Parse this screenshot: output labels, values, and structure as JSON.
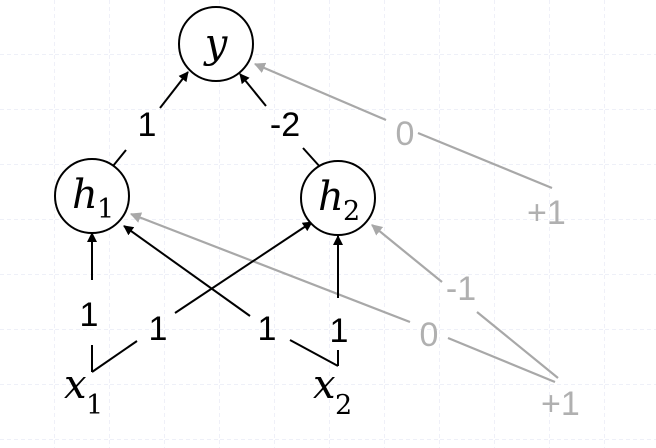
{
  "nodes": {
    "y": {
      "var": "y",
      "sub": ""
    },
    "h1": {
      "var": "h",
      "sub": "1"
    },
    "h2": {
      "var": "h",
      "sub": "2"
    },
    "x1": {
      "var": "x",
      "sub": "1"
    },
    "x2": {
      "var": "x",
      "sub": "2"
    },
    "bias_output": "+1",
    "bias_hidden": "+1"
  },
  "weights": {
    "h1_to_y": "1",
    "h2_to_y": "-2",
    "bias_to_y": "0",
    "x1_to_h1": "1",
    "x1_to_h2": "1",
    "x2_to_h1": "1",
    "x2_to_h2": "1",
    "bias_to_h2": "-1",
    "bias_to_h1": "0"
  },
  "colors": {
    "edge": "#000000",
    "bias_edge": "#a8a8a8",
    "bias_text": "#b0b0b0",
    "grid": "#e4e6f4",
    "node_fill": "#ffffff"
  }
}
